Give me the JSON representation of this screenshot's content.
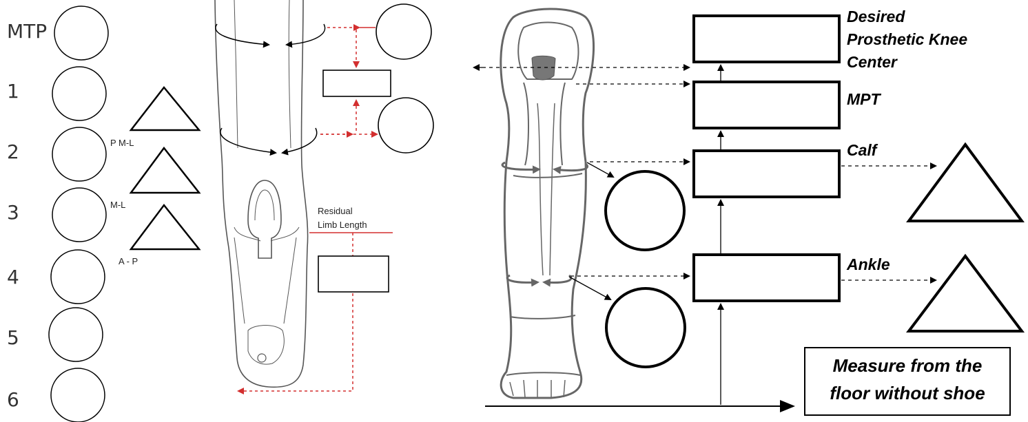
{
  "left_panel": {
    "level_labels": [
      "MTP",
      "1",
      "2",
      "3",
      "4",
      "5",
      "6"
    ],
    "triangle_labels": [
      "P M-L",
      "M-L",
      "A - P"
    ],
    "residual_limb_label": [
      "Residual",
      "Limb Length"
    ]
  },
  "right_panel": {
    "box_labels": {
      "knee_center": [
        "Desired",
        "Prosthetic Knee",
        "Center"
      ],
      "mpt": "MPT",
      "calf": "Calf",
      "ankle": "Ankle"
    },
    "note": [
      "Measure from the",
      "floor without shoe"
    ]
  },
  "colors": {
    "ink": "#000000",
    "sketch": "#555555",
    "red_dashed": "#d32f2f",
    "patella": "#777777"
  }
}
